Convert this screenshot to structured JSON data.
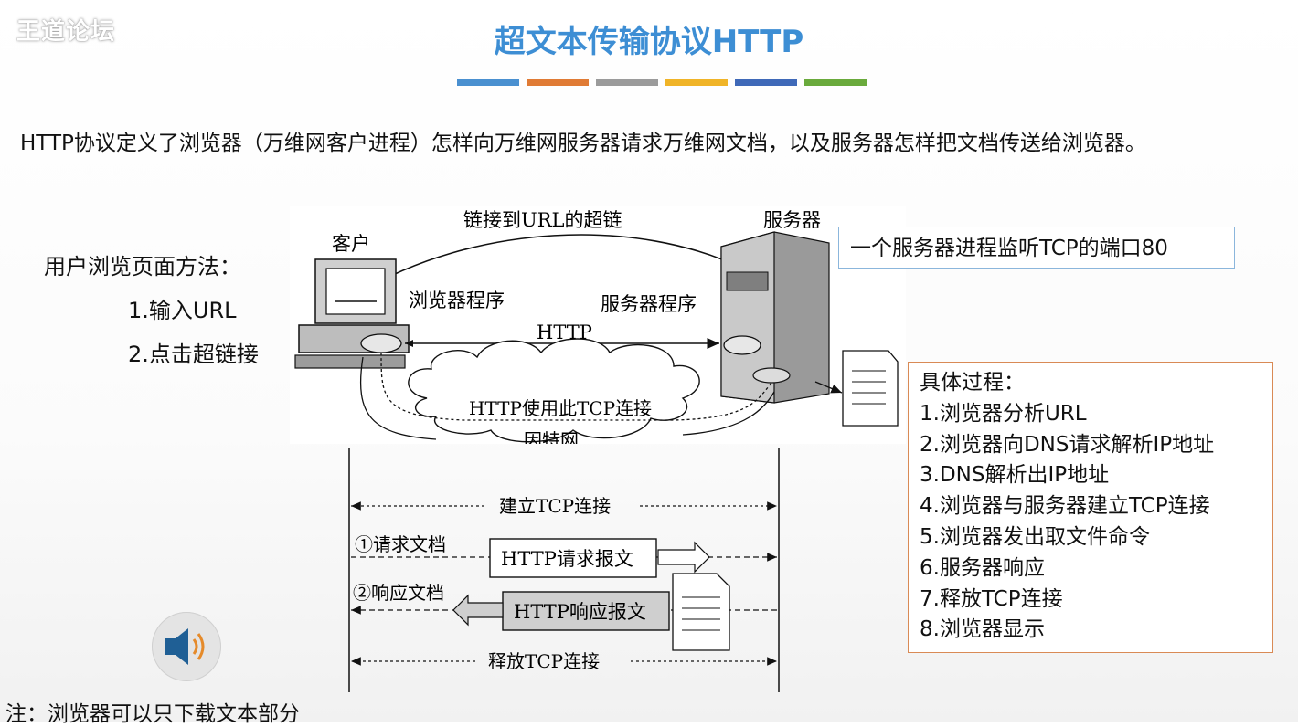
{
  "watermark": "王道论坛",
  "title": "超文本传输协议HTTP",
  "colors": {
    "title": "#3d8ed4",
    "bars": [
      "#4a90d0",
      "#e07b35",
      "#9b9b9b",
      "#f0b428",
      "#3f69b8",
      "#6aaa3c"
    ],
    "note_border": "#8bb6dc",
    "process_border": "#d98a55"
  },
  "intro": "HTTP协议定义了浏览器（万维网客户进程）怎样向万维网服务器请求万维网文档，以及服务器怎样把文档传送给浏览器。",
  "methods": {
    "heading": "用户浏览页面方法：",
    "items": [
      "1.输入URL",
      "2.点击超链接"
    ]
  },
  "diagram": {
    "client_label": "客户",
    "server_label": "服务器",
    "hyperlink_label": "链接到URL的超链",
    "browser_label": "浏览器程序",
    "server_program_label": "服务器程序",
    "http_label": "HTTP",
    "tcp_label": "HTTP使用此TCP连接",
    "internet_label": "因特网"
  },
  "server_note": "一个服务器进程监听TCP的端口80",
  "sequence": {
    "establish": "建立TCP连接",
    "request_step": "①请求文档",
    "request_box": "HTTP请求报文",
    "response_step": "②响应文档",
    "response_box": "HTTP响应报文",
    "release": "释放TCP连接"
  },
  "process": {
    "heading": "具体过程：",
    "steps": [
      "1.浏览器分析URL",
      "2.浏览器向DNS请求解析IP地址",
      "3.DNS解析出IP地址",
      "4.浏览器与服务器建立TCP连接",
      "5.浏览器发出取文件命令",
      "6.服务器响应",
      "7.释放TCP连接",
      "8.浏览器显示"
    ]
  },
  "note": "注：浏览器可以只下载文本部分",
  "icons": {
    "speaker": "speaker-icon"
  }
}
